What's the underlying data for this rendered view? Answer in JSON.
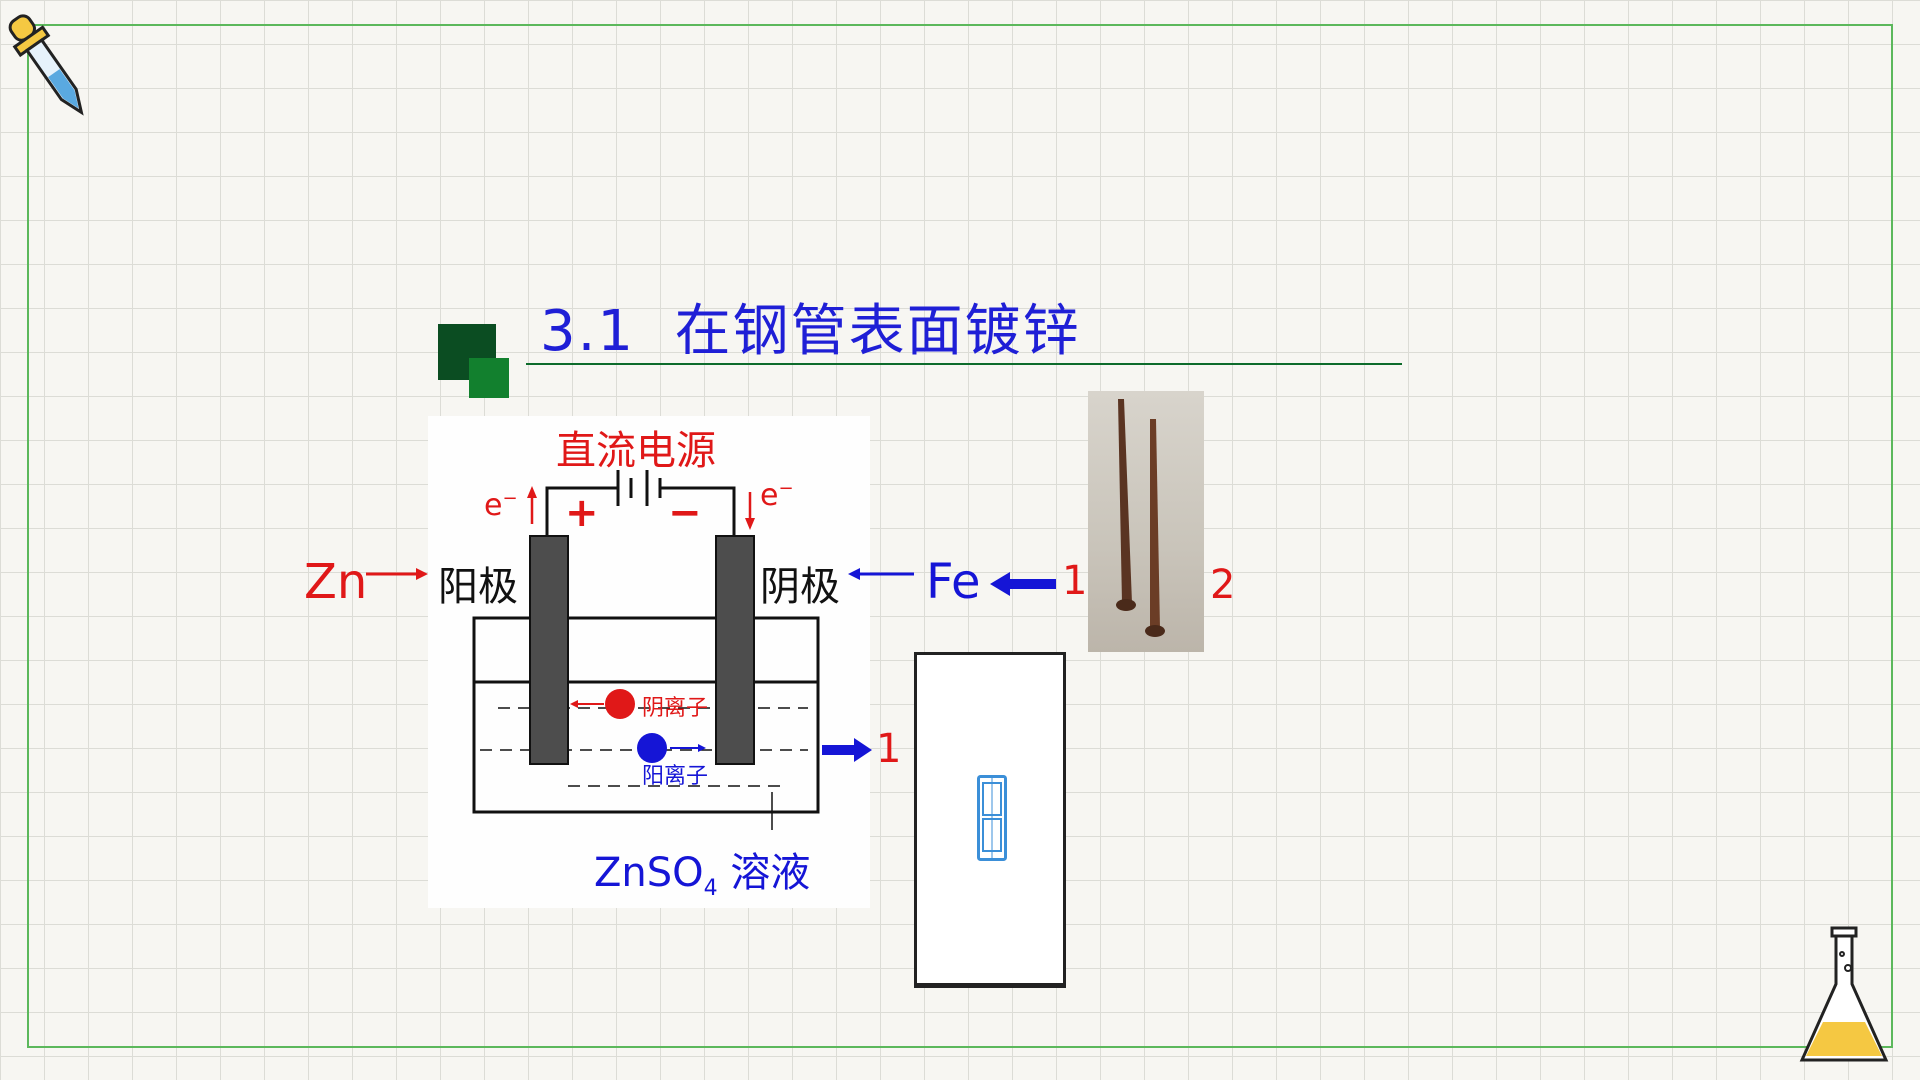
{
  "slide": {
    "title": "3.1  在钢管表面镀锌"
  },
  "diagram": {
    "power_source": "直流电源",
    "plus_sign": "+",
    "minus_sign": "−",
    "electron_left": "e",
    "electron_right": "e",
    "electron_charge": "−",
    "anode_label": "阳极",
    "cathode_label": "阴极",
    "anode_material": "Zn",
    "cathode_material": "Fe",
    "anion_label": "阴离子",
    "cation_label": "阳离子",
    "solution_label": "溶液",
    "solution_formula": "ZnSO",
    "solution_subscript": "4"
  },
  "callouts": {
    "fe_arrow_number": "1",
    "photo_number": "2",
    "solution_arrow_number": "1"
  },
  "icons": {
    "dropper": "dropper-icon",
    "flask": "flask-icon",
    "phone": "phone-icon"
  },
  "colors": {
    "title": "#1f1fd6",
    "accent_green": "#0b4d22",
    "label_red": "#e01818",
    "label_blue": "#1515d6",
    "electrode": "#4d4d4d"
  }
}
